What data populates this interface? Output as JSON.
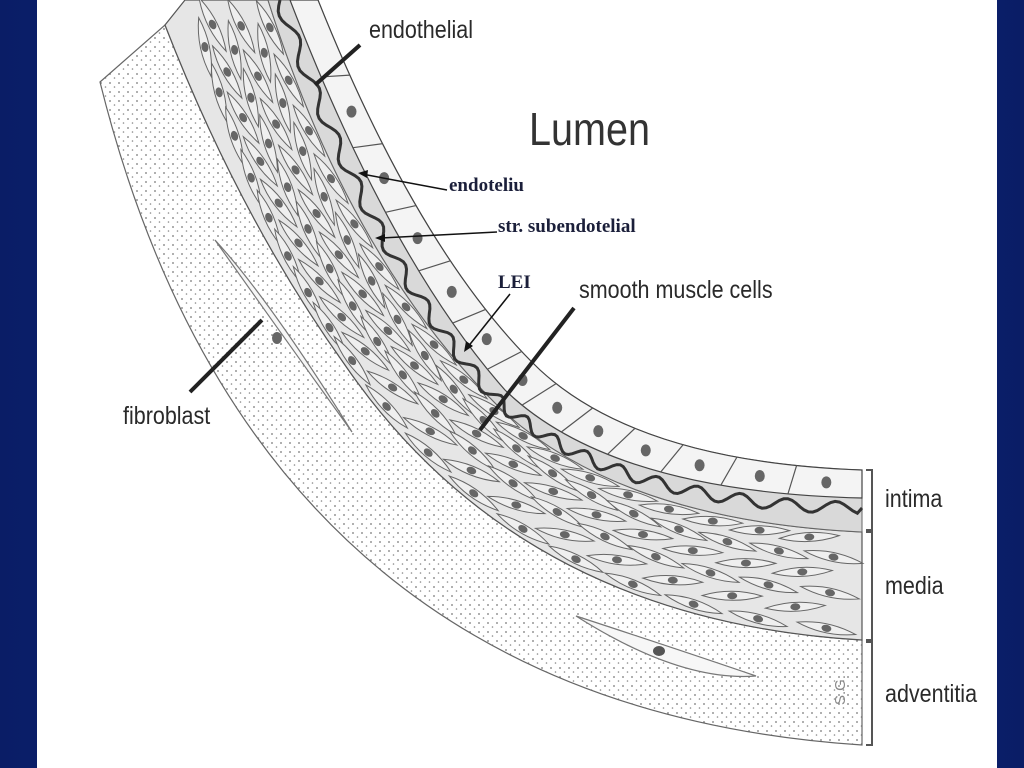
{
  "diagram": {
    "title": "Lumen",
    "labels": {
      "endothelial": "endothelial",
      "endoteliu": "endoteliu",
      "str_subendotelial": "str. subendotelial",
      "lei": "LEI",
      "smooth_muscle_cells": "smooth muscle cells",
      "fibroblast": "fibroblast"
    },
    "layers": [
      "intima",
      "media",
      "adventitia"
    ],
    "artist_mark": "S.G."
  }
}
